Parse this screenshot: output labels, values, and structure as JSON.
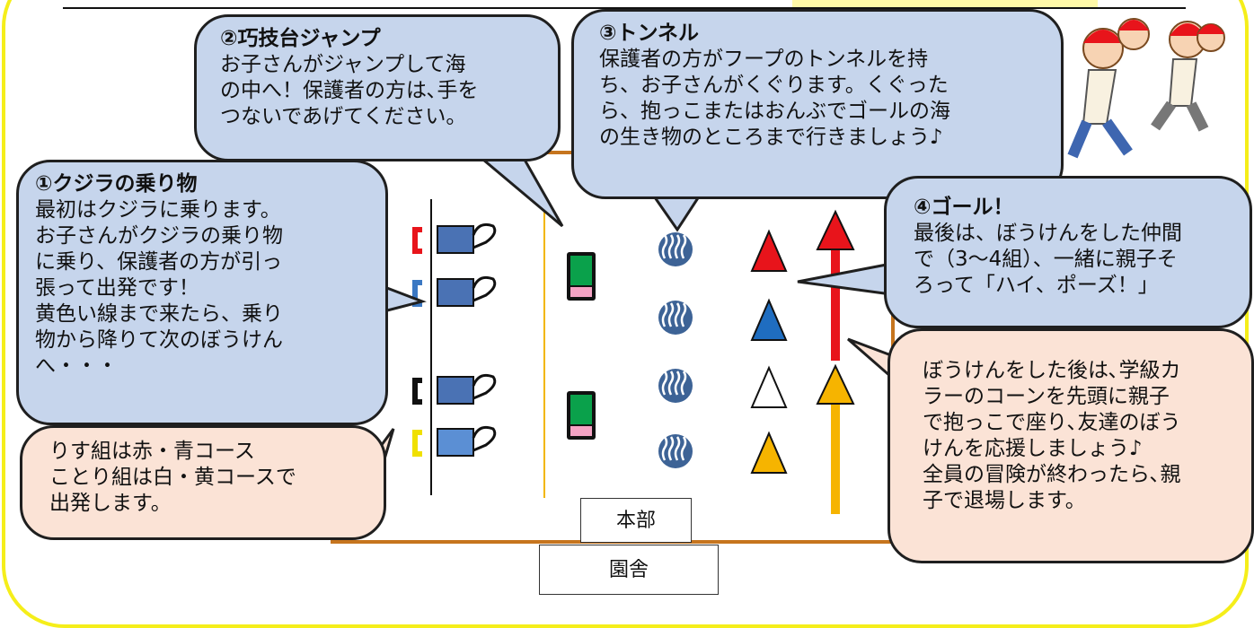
{
  "bubbles": {
    "b1": {
      "title": "①クジラの乗り物",
      "text": "最初はクジラに乗ります。\nお子さんがクジラの乗り物\nに乗り、保護者の方が引っ\n張って出発です！\n黄色い線まで来たら、乗り\n物から降りて次のぼうけん\nへ・・・"
    },
    "b2": {
      "title": "②巧技台ジャンプ",
      "text": "お子さんがジャンプして海\nの中へ！保護者の方は､手を\nつないであげてください。"
    },
    "b3": {
      "title": "③トンネル",
      "text": "保護者の方がフープのトンネルを持\nち、お子さんがくぐります。くぐった\nら、抱っこまたはおんぶでゴールの海\nの生き物のところまで行きましょう♪"
    },
    "b4": {
      "title": "④ゴール！",
      "text": "最後は、ぼうけんをした仲間\nで（3～4組）、一緒に親子そ\nろって「ハイ、ポーズ！」"
    },
    "courses": {
      "text": "りす組は赤・青コース\nことり組は白・黄コースで\n出発します。"
    },
    "after": {
      "text": "ぼうけんをした後は､学級カ\nラーのコーンを先頭に親子\nで抱っこで座り､友達のぼう\nけんを応援しましょう♪\n全員の冒険が終わったら､親\n子で退場します。"
    }
  },
  "labels": {
    "honbu": "本部",
    "ensha": "園舎"
  },
  "colors": {
    "frame": "#f5ee1a",
    "field": "#c6751e",
    "red": "#e8141b",
    "blue": "#1f6dc0",
    "yellow": "#f6b400",
    "hoop": "#3d6396",
    "green": "#0aa14b",
    "pink": "#f4a3c4"
  },
  "icons": {
    "hoop": "swirl-hoop-icon",
    "kids": "kids-piggyback-illustration"
  }
}
